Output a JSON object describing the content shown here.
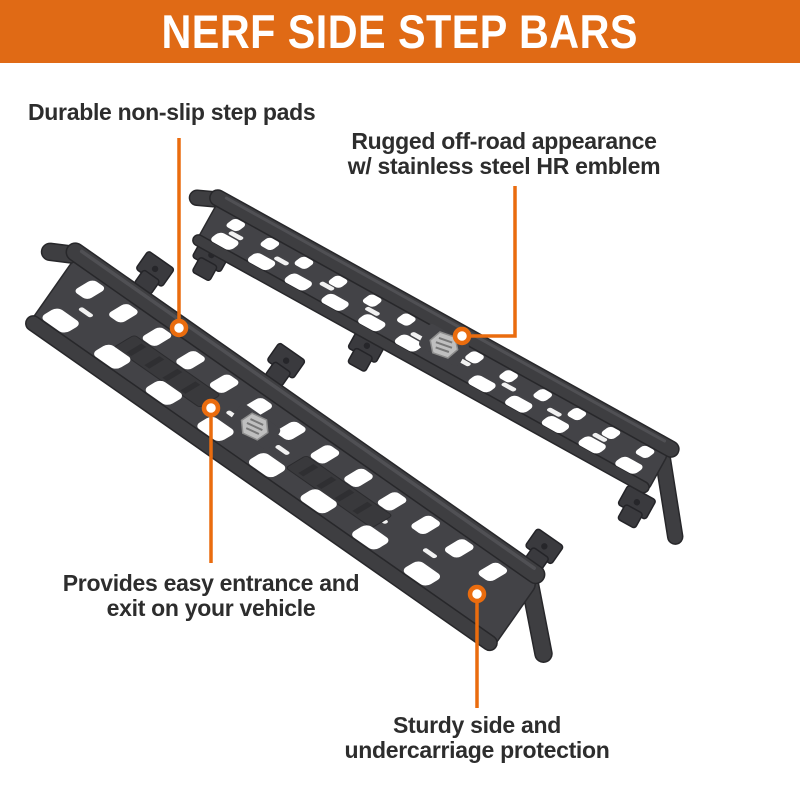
{
  "banner": {
    "title": "NERF SIDE STEP BARS"
  },
  "callouts": {
    "step_pads": {
      "text": "Durable non-slip step pads"
    },
    "emblem": {
      "line1": "Rugged off-road appearance",
      "line2": "w/ stainless steel HR emblem"
    },
    "entrance": {
      "line1": "Provides easy entrance and",
      "line2": "exit on your vehicle"
    },
    "protection": {
      "line1": "Sturdy side and",
      "line2": "undercarriage protection"
    }
  },
  "icons": {
    "emblem": "hr-hexagon-emblem"
  },
  "colors": {
    "banner-bg": "#e06a15",
    "accent": "#ea6c0e",
    "text-dark": "#2d2d2d",
    "bar-body": "#3e3e41",
    "emblem-silver": "#bfbfbf"
  }
}
